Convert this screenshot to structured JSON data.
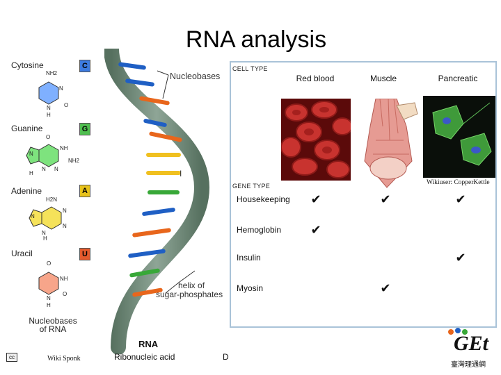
{
  "title": "RNA analysis",
  "bases": [
    {
      "name": "Cytosine",
      "letter": "C",
      "color": "#3d7be0",
      "ring": "#7fb0ff"
    },
    {
      "name": "Guanine",
      "letter": "G",
      "color": "#4fbf4f",
      "ring": "#7ee37e"
    },
    {
      "name": "Adenine",
      "letter": "A",
      "color": "#e7c21b",
      "ring": "#f5e25a"
    },
    {
      "name": "Uracil",
      "letter": "U",
      "color": "#e45a2d",
      "ring": "#f7a58a"
    }
  ],
  "molecule_labels": {
    "c_top": "NH2",
    "c_n1": "N",
    "c_n2": "N",
    "c_o": "O",
    "c_h": "H",
    "g_o": "O",
    "g_nh": "NH",
    "g_nh2": "NH2",
    "g_n1": "N",
    "g_n2": "N",
    "g_n3": "N",
    "g_h": "H",
    "a_h2n": "H2N",
    "a_n1": "N",
    "a_n2": "N",
    "a_n3": "N",
    "a_n4": "N",
    "a_h": "H",
    "u_o1": "O",
    "u_nh": "NH",
    "u_n": "N",
    "u_o2": "O",
    "u_h": "H"
  },
  "diagram": {
    "nucleobases_label": "Nucleobases",
    "helix_label_line1": "helix of",
    "helix_label_line2": "sugar-phosphates",
    "caption_line1": "Nucleobases",
    "caption_line2": "of RNA",
    "rna_heading": "RNA",
    "rna_full": "Ribonucleic acid",
    "letter_d": "D",
    "letter_i": "I"
  },
  "table": {
    "cell_type_label": "CELL TYPE",
    "gene_type_label": "GENE TYPE",
    "columns": [
      "Red blood",
      "Muscle",
      "Pancreatic"
    ],
    "rows": [
      {
        "gene": "Housekeeping",
        "marks": [
          true,
          true,
          true
        ]
      },
      {
        "gene": "Hemoglobin",
        "marks": [
          true,
          false,
          false
        ]
      },
      {
        "gene": "Insulin",
        "marks": [
          false,
          false,
          true
        ]
      },
      {
        "gene": "Myosin",
        "marks": [
          false,
          true,
          false
        ]
      }
    ],
    "check_glyph": "✔",
    "image_credit": "Wikiuser: CopperKettle"
  },
  "footer": {
    "cc_badge": "cc",
    "credit": "Wiki  Sponk",
    "logo_text": "GEt",
    "logo_sub": "臺灣理通網"
  },
  "colors": {
    "helix": "#6f8a7c",
    "helix_dark": "#4f6a5c",
    "panel_border": "#a9c3d8",
    "blue_rung": "#1f5fc4",
    "orange_rung": "#e8661c",
    "yellow_rung": "#f0c020",
    "green_rung": "#38a838"
  }
}
